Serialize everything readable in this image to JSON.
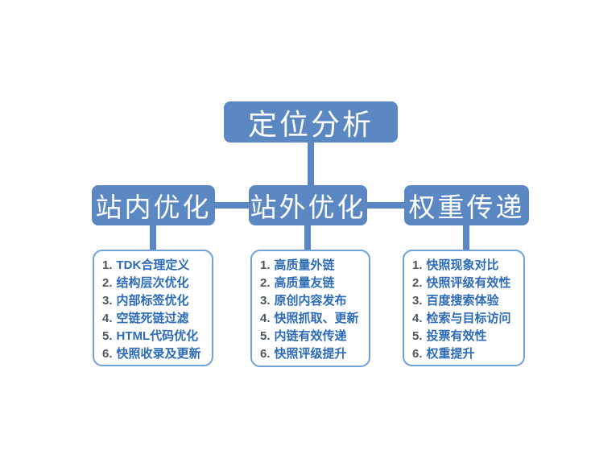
{
  "colors": {
    "node_fill": "#5b88c3",
    "node_text": "#ffffff",
    "list_border": "#6ea2d8",
    "item_number": "#4d5662",
    "item_text": "#2d6cb5",
    "background": "#ffffff"
  },
  "root": {
    "label": "定位分析"
  },
  "branches": [
    {
      "title": "站内优化",
      "items": [
        {
          "num": "1.",
          "text": "TDK合理定义"
        },
        {
          "num": "2.",
          "text": "结构层次优化"
        },
        {
          "num": "3.",
          "text": "内部标签优化"
        },
        {
          "num": "4.",
          "text": "空链死链过滤"
        },
        {
          "num": "5.",
          "text": "HTML代码优化"
        },
        {
          "num": "6.",
          "text": "快照收录及更新"
        }
      ]
    },
    {
      "title": "站外优化",
      "items": [
        {
          "num": "1.",
          "text": "高质量外链"
        },
        {
          "num": "2.",
          "text": "高质量友链"
        },
        {
          "num": "3.",
          "text": "原创内容发布"
        },
        {
          "num": "4.",
          "text": "快照抓取、更新"
        },
        {
          "num": "5.",
          "text": "内链有效传递"
        },
        {
          "num": "6.",
          "text": "快照评级提升"
        }
      ]
    },
    {
      "title": "权重传递",
      "items": [
        {
          "num": "1.",
          "text": "快照现象对比"
        },
        {
          "num": "2.",
          "text": "快照评级有效性"
        },
        {
          "num": "3.",
          "text": "百度搜索体验"
        },
        {
          "num": "4.",
          "text": "检索与目标访问"
        },
        {
          "num": "5.",
          "text": "投票有效性"
        },
        {
          "num": "6.",
          "text": "权重提升"
        }
      ]
    }
  ]
}
